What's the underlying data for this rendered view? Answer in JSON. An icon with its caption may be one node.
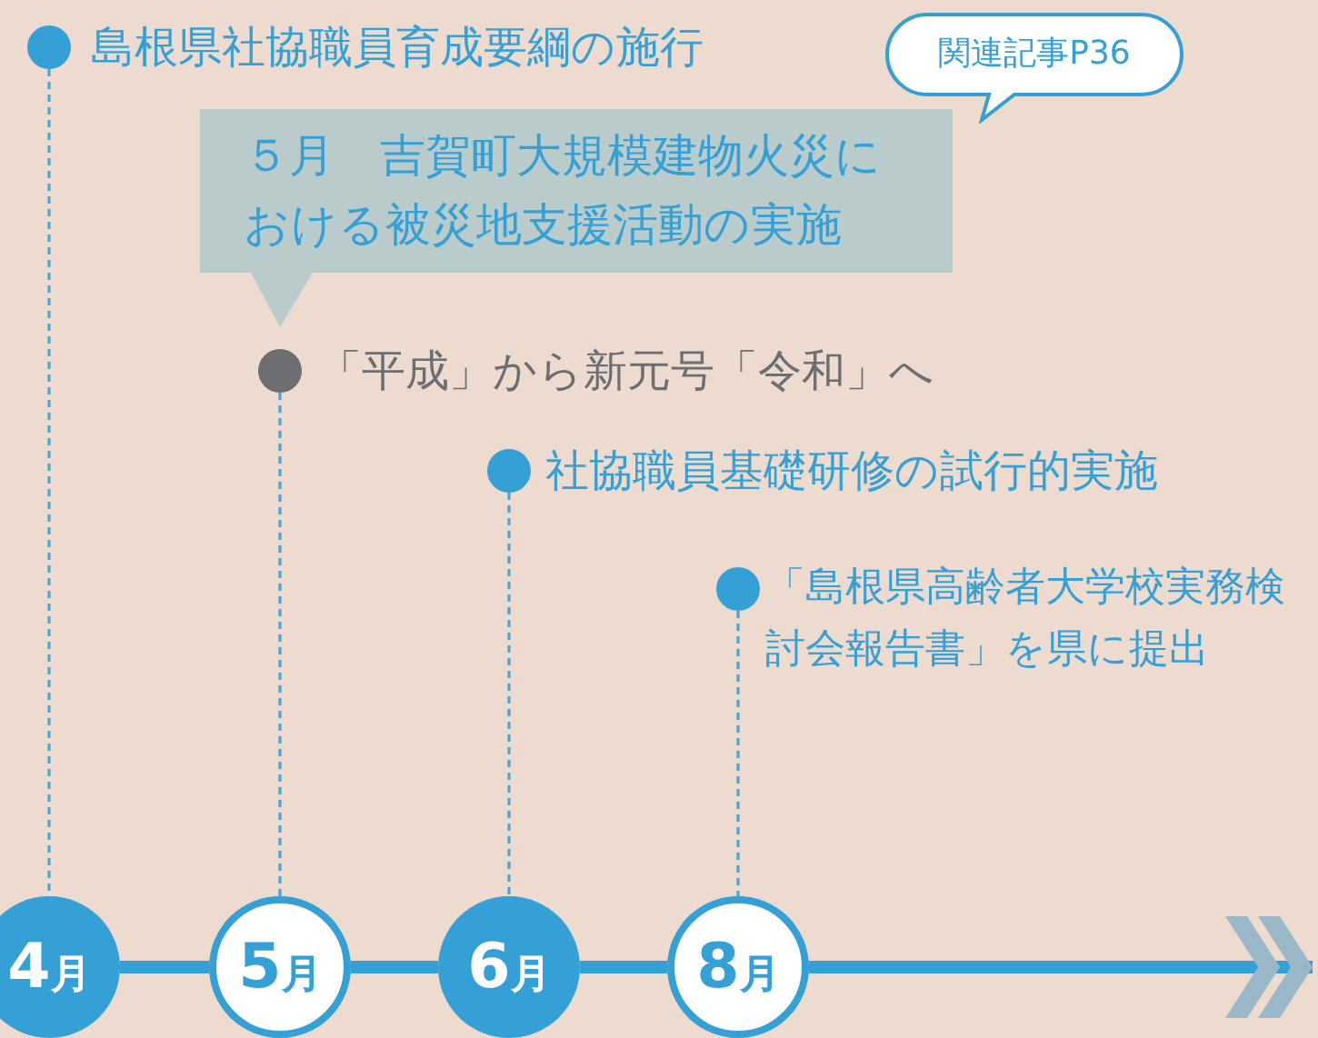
{
  "diagram": {
    "nodes": [
      {
        "text": [
          "島根県社協職員育成要綱の施行"
        ]
      },
      {
        "text": [
          "関連記事P36"
        ]
      },
      {
        "text": [
          "５月　吉賀町大規模建物火災における被災地支援活動の実施"
        ]
      },
      {
        "text": [
          "「平成」から新元号「令和」へ"
        ]
      },
      {
        "text": [
          "社協職員基礎研修の試行的実施"
        ]
      },
      {
        "text": [
          "「島根県高齢者大学校実務検討会報告書」を県に提出"
        ]
      },
      {
        "text": [
          "4月"
        ]
      },
      {
        "text": [
          "5月"
        ]
      },
      {
        "text": [
          "6月"
        ]
      },
      {
        "text": [
          "8月"
        ]
      }
    ],
    "edges": [
      {
        "from": 0,
        "to": 6,
        "arrow": "none",
        "style": "dashed"
      },
      {
        "from": 3,
        "to": 7,
        "arrow": "none",
        "style": "dashed"
      },
      {
        "from": 4,
        "to": 8,
        "arrow": "none",
        "style": "dashed"
      },
      {
        "from": 5,
        "to": 9,
        "arrow": "none",
        "style": "dashed"
      },
      {
        "from": 6,
        "to": 7,
        "arrow": "none",
        "style": "thick"
      },
      {
        "from": 7,
        "to": 8,
        "arrow": "none",
        "style": "thick"
      },
      {
        "from": 8,
        "to": 9,
        "arrow": "none",
        "style": "thick"
      },
      {
        "from": 9,
        "to": null,
        "arrow": "to",
        "style": "thick"
      }
    ]
  }
}
